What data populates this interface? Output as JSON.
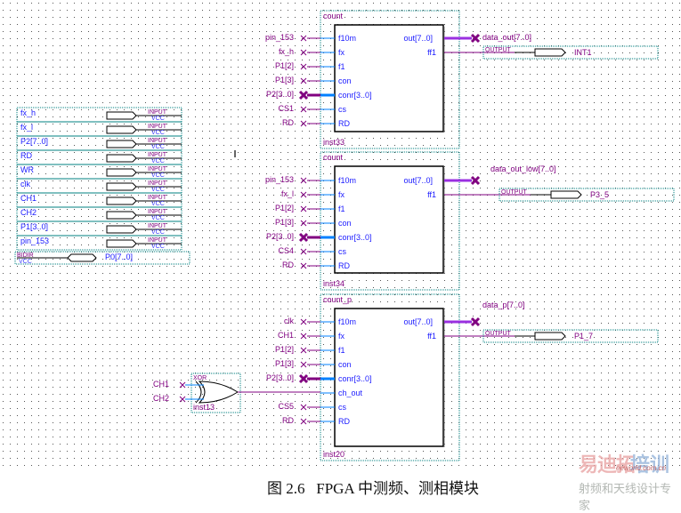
{
  "figure": {
    "caption": "图 2.6   FPGA 中测频、测相模块",
    "watermark_main_a": "易迪拓",
    "watermark_main_b": "培训",
    "watermark_site": "eeworld.com.cn",
    "watermark_sub": "射频和天线设计专家"
  },
  "input_pins": {
    "type_label": "INPUT",
    "default_label": "VCC",
    "items": [
      "fx_h",
      "fx_l",
      "P2[7..0]",
      "RD",
      "WR",
      "clk",
      "CH1",
      "CH2",
      "P1[3..0]",
      "pin_153"
    ]
  },
  "bidir_pin": {
    "type_label": "BIDIR",
    "default_label": "VCC",
    "name": "P0[7..0]"
  },
  "blocks": [
    {
      "type": "count",
      "instance": "inst33",
      "ports_in": [
        "f10m",
        "fx",
        "f1",
        "con",
        "conr[3..0]",
        "cs",
        "RD"
      ],
      "ports_out": [
        "out[7..0]",
        "ff1"
      ],
      "nets_in": [
        "pin_153",
        "fx_h",
        "P1[2]",
        "P1[3]",
        "P2[3..0]",
        "CS1",
        "RD"
      ],
      "bus_out_net": "data_out[7..0]",
      "output_pin": {
        "type_label": "OUTPUT",
        "name": "INT1"
      }
    },
    {
      "type": "count",
      "instance": "inst34",
      "ports_in": [
        "f10m",
        "fx",
        "f1",
        "con",
        "conr[3..0]",
        "cs",
        "RD"
      ],
      "ports_out": [
        "out[7..0]",
        "ff1"
      ],
      "nets_in": [
        "pin_153",
        "fx_l",
        "P1[2]",
        "P1[3]",
        "P2[3..0]",
        "CS4",
        "RD"
      ],
      "bus_out_net": "data_out_low[7..0]",
      "output_pin": {
        "type_label": "OUTPUT",
        "name": "P3_5"
      }
    },
    {
      "type": "count_p",
      "instance": "inst20",
      "ports_in": [
        "f10m",
        "fx",
        "f1",
        "con",
        "conr[3..0]",
        "ch_out",
        "cs",
        "RD"
      ],
      "ports_out": [
        "out[7..0]",
        "ff1"
      ],
      "nets_in": [
        "clk",
        "CH1",
        "P1[2]",
        "P1[3]",
        "P2[3..0]",
        "",
        "CS5",
        "RD"
      ],
      "bus_out_net": "data_p[7..0]",
      "output_pin": {
        "type_label": "OUTPUT",
        "name": "P1_7"
      }
    }
  ],
  "xor_gate": {
    "type": "XOR",
    "instance": "inst13",
    "inputs": [
      "CH1",
      "CH2"
    ]
  },
  "colors": {
    "wire": "#800080",
    "port_wire": "#0080ff",
    "block_border": "#000000",
    "frame": "#008080",
    "grid": "#000000"
  }
}
